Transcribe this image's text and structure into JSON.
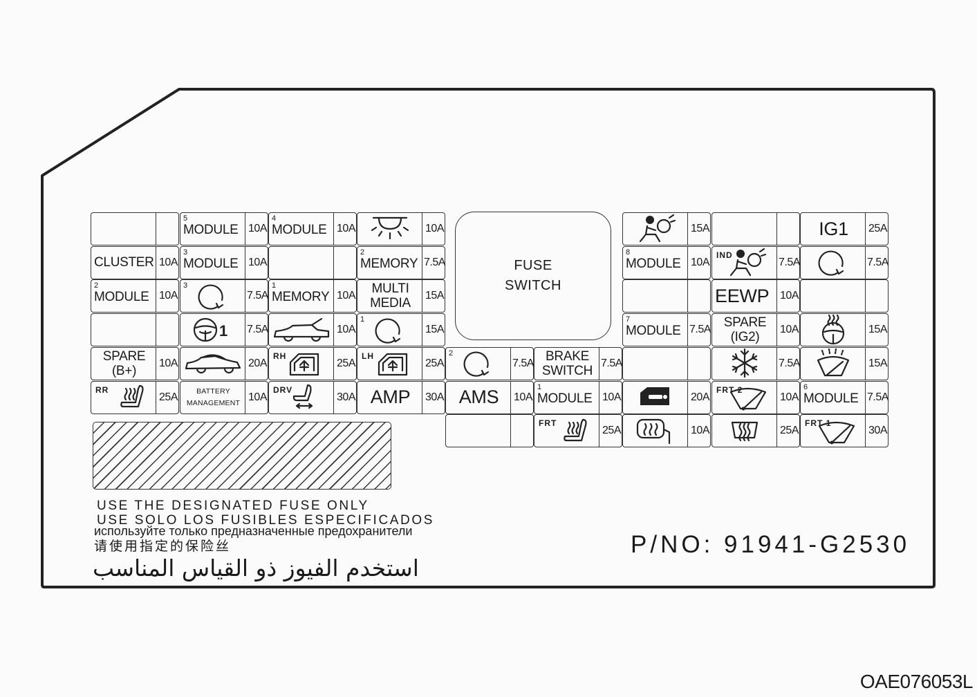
{
  "labels": {
    "fuse_switch": [
      "FUSE",
      "SWITCH"
    ],
    "warnings": {
      "en": "USE THE DESIGNATED FUSE ONLY",
      "es": "USE SOLO LOS FUSIBLES ESPECIFICADOS",
      "ru": "используйте только предназначенные предохранители",
      "zh": "请使用指定的保险丝",
      "ar": "استخدم الفيوز ذو القياس المناسب"
    },
    "part_number": "P/NO: 91941-G2530",
    "image_code": "OAE076053L"
  },
  "fuses": [
    {
      "col": 0,
      "row": 0,
      "name": "",
      "amp": ""
    },
    {
      "col": 0,
      "row": 1,
      "name": "CLUSTER",
      "amp": "10A"
    },
    {
      "col": 0,
      "row": 2,
      "name": "MODULE",
      "sup": "2",
      "amp": "10A"
    },
    {
      "col": 0,
      "row": 3,
      "name": "",
      "amp": ""
    },
    {
      "col": 0,
      "row": 4,
      "name": "SPARE\n(B+)",
      "amp": "10A",
      "ctr": true
    },
    {
      "col": 0,
      "row": 5,
      "icon": "rear-seat-heater-icon",
      "tag": "RR",
      "amp": "25A"
    },
    {
      "col": 1,
      "row": 0,
      "name": "MODULE",
      "sup": "5",
      "amp": "10A"
    },
    {
      "col": 1,
      "row": 1,
      "name": "MODULE",
      "sup": "3",
      "amp": "10A"
    },
    {
      "col": 1,
      "row": 2,
      "icon": "circular-arrow-icon",
      "sup": "3",
      "amp": "7.5A"
    },
    {
      "col": 1,
      "row": 3,
      "icon": "steering-wheel-1-icon",
      "amp": "7.5A"
    },
    {
      "col": 1,
      "row": 4,
      "icon": "convertible-car-icon",
      "amp": "20A"
    },
    {
      "col": 1,
      "row": 5,
      "name": "BATTERY\nMANAGEMENT",
      "amp": "10A",
      "ctr": true,
      "small": true
    },
    {
      "col": 2,
      "row": 0,
      "name": "MODULE",
      "sup": "4",
      "amp": "10A"
    },
    {
      "col": 2,
      "row": 1,
      "name": "",
      "amp": ""
    },
    {
      "col": 2,
      "row": 2,
      "name": "MEMORY",
      "sup": "1",
      "amp": "10A"
    },
    {
      "col": 2,
      "row": 3,
      "icon": "tailgate-car-icon",
      "amp": "10A"
    },
    {
      "col": 2,
      "row": 4,
      "icon": "power-window-icon",
      "tag": "RH",
      "amp": "25A"
    },
    {
      "col": 2,
      "row": 5,
      "icon": "power-seat-icon",
      "tag": "DRV",
      "amp": "30A"
    },
    {
      "col": 3,
      "row": 0,
      "icon": "dome-lamp-icon",
      "amp": "10A"
    },
    {
      "col": 3,
      "row": 1,
      "name": "MEMORY",
      "sup": "2",
      "amp": "7.5A"
    },
    {
      "col": 3,
      "row": 2,
      "name": "MULTI\nMEDIA",
      "amp": "15A",
      "ctr": true
    },
    {
      "col": 3,
      "row": 3,
      "icon": "circular-arrow-icon",
      "sup": "1",
      "amp": "15A"
    },
    {
      "col": 3,
      "row": 4,
      "icon": "power-window-icon",
      "tag": "LH",
      "amp": "25A"
    },
    {
      "col": 3,
      "row": 5,
      "name": "AMP",
      "amp": "30A",
      "ctr": true,
      "big": true
    },
    {
      "col": 4,
      "row": 4,
      "icon": "circular-arrow-icon",
      "sup": "2",
      "amp": "7.5A"
    },
    {
      "col": 4,
      "row": 5,
      "name": "AMS",
      "amp": "10A",
      "ctr": true,
      "big": true
    },
    {
      "col": 4,
      "row": 6,
      "name": "",
      "amp": ""
    },
    {
      "col": 5,
      "row": 4,
      "name": "BRAKE\nSWITCH",
      "amp": "7.5A",
      "ctr": true
    },
    {
      "col": 5,
      "row": 5,
      "name": "MODULE",
      "sup": "1",
      "amp": "10A"
    },
    {
      "col": 5,
      "row": 6,
      "icon": "front-seat-heater-icon",
      "tag": "FRT",
      "amp": "25A"
    },
    {
      "col": 6,
      "row": 0,
      "icon": "airbag-icon",
      "amp": "15A"
    },
    {
      "col": 6,
      "row": 1,
      "name": "MODULE",
      "sup": "8",
      "amp": "10A"
    },
    {
      "col": 6,
      "row": 2,
      "name": "",
      "amp": ""
    },
    {
      "col": 6,
      "row": 3,
      "name": "MODULE",
      "sup": "7",
      "amp": "7.5A"
    },
    {
      "col": 6,
      "row": 4,
      "name": "",
      "amp": ""
    },
    {
      "col": 6,
      "row": 5,
      "icon": "door-lock-icon",
      "amp": "20A"
    },
    {
      "col": 6,
      "row": 6,
      "icon": "mirror-defroster-icon",
      "amp": "10A"
    },
    {
      "col": 7,
      "row": 0,
      "name": "",
      "amp": ""
    },
    {
      "col": 7,
      "row": 1,
      "icon": "airbag-indicator-icon",
      "tag": "IND",
      "amp": "7.5A"
    },
    {
      "col": 7,
      "row": 2,
      "name": "EEWP",
      "amp": "10A",
      "big": true
    },
    {
      "col": 7,
      "row": 3,
      "name": "SPARE\n(IG2)",
      "amp": "10A",
      "ctr": true
    },
    {
      "col": 7,
      "row": 4,
      "icon": "air-conditioner-icon",
      "amp": "7.5A"
    },
    {
      "col": 7,
      "row": 5,
      "icon": "front-wiper-icon",
      "tag": "FRT 2",
      "amp": "10A"
    },
    {
      "col": 7,
      "row": 6,
      "icon": "rear-defroster-icon",
      "amp": "25A"
    },
    {
      "col": 8,
      "row": 0,
      "name": "IG1",
      "amp": "25A",
      "ctr": true,
      "big": true
    },
    {
      "col": 8,
      "row": 1,
      "icon": "circular-arrow-icon",
      "amp": "7.5A"
    },
    {
      "col": 8,
      "row": 2,
      "name": "",
      "amp": ""
    },
    {
      "col": 8,
      "row": 3,
      "icon": "heated-steering-icon",
      "amp": "15A"
    },
    {
      "col": 8,
      "row": 4,
      "icon": "washer-icon",
      "amp": "15A"
    },
    {
      "col": 8,
      "row": 5,
      "name": "MODULE",
      "sup": "6",
      "amp": "7.5A"
    },
    {
      "col": 8,
      "row": 6,
      "icon": "front-wiper-icon",
      "tag": "FRT 1",
      "amp": "30A"
    }
  ]
}
